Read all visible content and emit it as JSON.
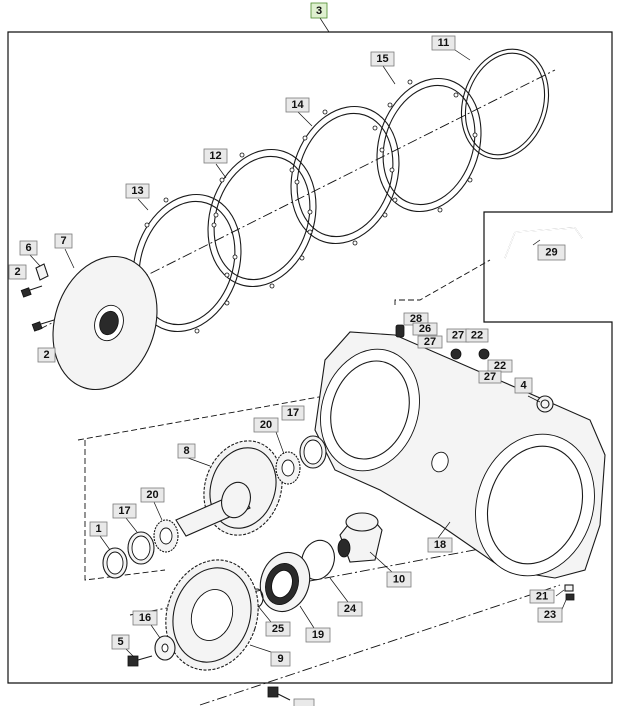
{
  "diagram": {
    "top_callout": "3",
    "callouts": [
      {
        "id": "c11",
        "label": "11"
      },
      {
        "id": "c15",
        "label": "15"
      },
      {
        "id": "c14",
        "label": "14"
      },
      {
        "id": "c12",
        "label": "12"
      },
      {
        "id": "c13",
        "label": "13"
      },
      {
        "id": "c7",
        "label": "7"
      },
      {
        "id": "c6",
        "label": "6"
      },
      {
        "id": "c2a",
        "label": "2"
      },
      {
        "id": "c2b",
        "label": "2"
      },
      {
        "id": "c29",
        "label": "29"
      },
      {
        "id": "c28",
        "label": "28"
      },
      {
        "id": "c26",
        "label": "26"
      },
      {
        "id": "c27a",
        "label": "27"
      },
      {
        "id": "c27b",
        "label": "27"
      },
      {
        "id": "c22a",
        "label": "22"
      },
      {
        "id": "c22b",
        "label": "22"
      },
      {
        "id": "c27c",
        "label": "27"
      },
      {
        "id": "c4",
        "label": "4"
      },
      {
        "id": "c20a",
        "label": "20"
      },
      {
        "id": "c17a",
        "label": "17"
      },
      {
        "id": "c8",
        "label": "8"
      },
      {
        "id": "c20b",
        "label": "20"
      },
      {
        "id": "c17b",
        "label": "17"
      },
      {
        "id": "c1",
        "label": "1"
      },
      {
        "id": "c18",
        "label": "18"
      },
      {
        "id": "c10",
        "label": "10"
      },
      {
        "id": "c24",
        "label": "24"
      },
      {
        "id": "c25",
        "label": "25"
      },
      {
        "id": "c19",
        "label": "19"
      },
      {
        "id": "c16",
        "label": "16"
      },
      {
        "id": "c5",
        "label": "5"
      },
      {
        "id": "c9",
        "label": "9"
      },
      {
        "id": "c21",
        "label": "21"
      },
      {
        "id": "c23",
        "label": "23"
      }
    ]
  }
}
